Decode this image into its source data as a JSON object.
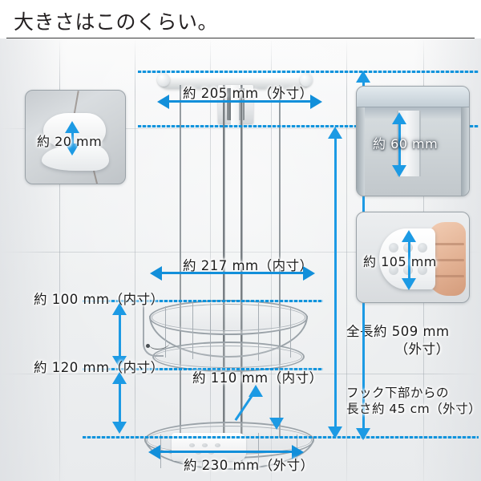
{
  "header": {
    "title": "大きさはこのくらい。"
  },
  "measurements": {
    "top_width": "約 205 mm（外寸）",
    "upper_basket_width": "約 217 mm（内寸）",
    "middle_basket_width": "約 110 mm（内寸）",
    "bottom_width": "約 230 mm（外寸）",
    "upper_height": "約 100 mm（内寸）",
    "lower_height": "約 120 mm（内寸）",
    "total_length_line1": "全長約 509 mm",
    "total_length_line2": "（外寸）",
    "hook_length_line1": "フック下部からの",
    "hook_length_line2": "長さ約 45 cm（外寸）"
  },
  "insets": {
    "hook_gap": {
      "label": "約 20 mm"
    },
    "rail_depth": {
      "label": "約 60 mm"
    },
    "plate_size": {
      "label": "約 105 mm"
    }
  },
  "colors": {
    "arrow_blue": "#128fda",
    "dotted_blue": "#0f93dc",
    "text_dark": "#1c1c1c",
    "title_dark": "#231f20"
  }
}
